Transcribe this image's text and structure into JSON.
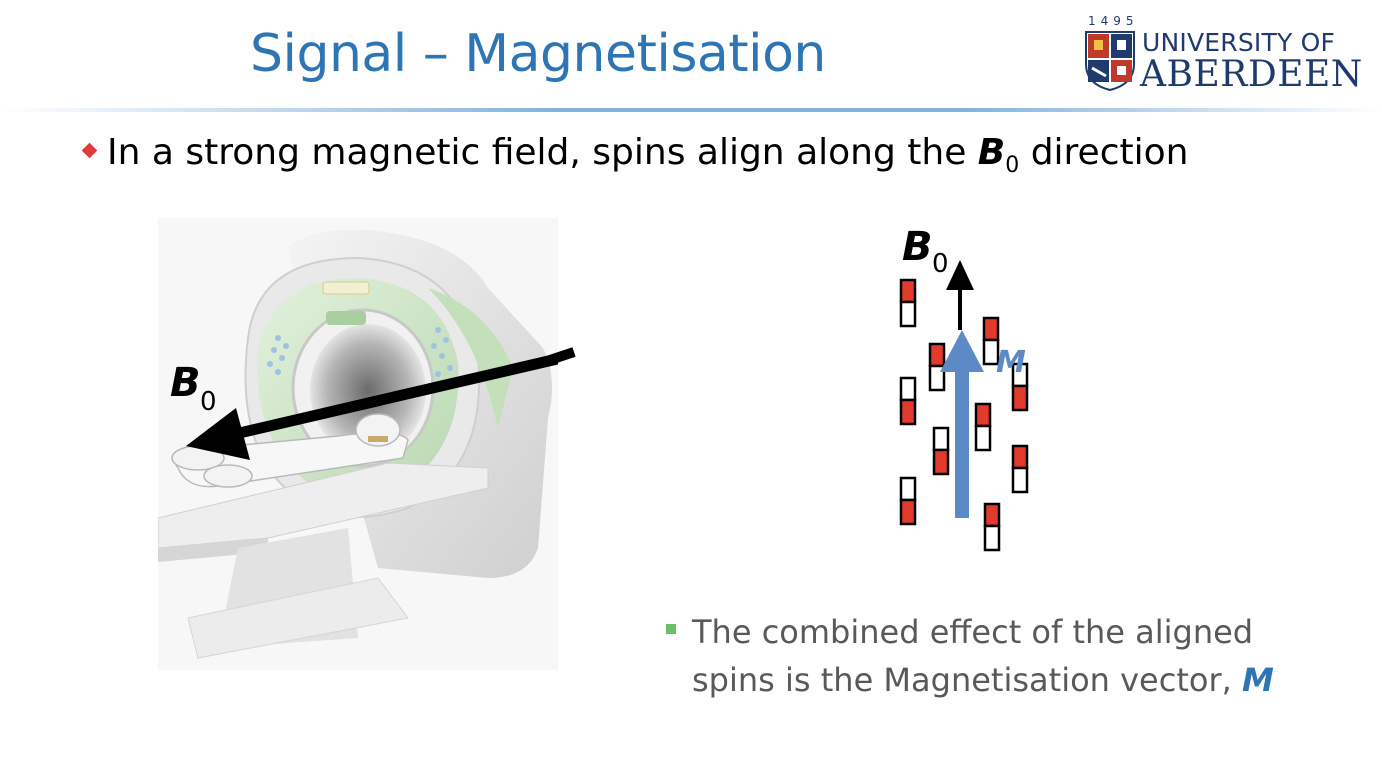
{
  "slide": {
    "title": "Signal – Magnetisation",
    "logo": {
      "year": "1495",
      "line1": "UNIVERSITY OF",
      "line2": "ABERDEEN"
    },
    "bullet1": {
      "text_before": "In a strong magnetic field, spins align along the ",
      "symbol": "B",
      "subscript": "0",
      "text_after": " direction"
    },
    "scanner_figure": {
      "label_symbol": "B",
      "label_subscript": "0"
    },
    "spin_figure": {
      "b0_symbol": "B",
      "b0_subscript": "0",
      "m_label": "M"
    },
    "bullet2": {
      "text": "The combined effect of the aligned spins is the Magnetisation vector, ",
      "vector": "M"
    }
  },
  "colors": {
    "title": "#2e75b6",
    "accent_red": "#e03a3a",
    "accent_green": "#6abf69",
    "magnetisation_arrow": "#5b8ac6",
    "scanner_green": "#cfe6c8"
  }
}
